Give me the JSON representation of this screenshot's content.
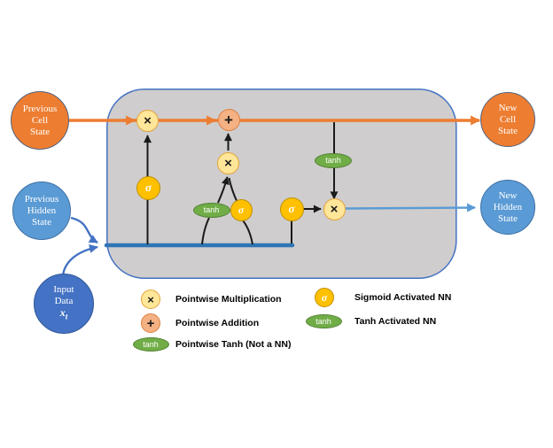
{
  "diagram": {
    "title_semantic": "LSTM cell diagram",
    "state_circles": {
      "prev_cell": {
        "l1": "Previous",
        "l2": "Cell",
        "l3": "State"
      },
      "prev_hidden": {
        "l1": "Previous",
        "l2": "Hidden",
        "l3": "State"
      },
      "input": {
        "l1": "Input",
        "l2": "Data",
        "sym": "x",
        "sub": "t"
      },
      "new_cell": {
        "l1": "New",
        "l2": "Cell",
        "l3": "State"
      },
      "new_hidden": {
        "l1": "New",
        "l2": "Hidden",
        "l3": "State"
      }
    },
    "ops": {
      "multiply": "×",
      "add": "+",
      "sigma": "σ",
      "tanh": "tanh"
    }
  },
  "legend": {
    "pointwise_multiplication": "Pointwise Multiplication",
    "pointwise_addition": "Pointwise Addition",
    "pointwise_tanh": "Pointwise Tanh (Not a NN)",
    "sigmoid_nn": "Sigmoid Activated NN",
    "tanh_nn": "Tanh Activated NN"
  },
  "colors": {
    "orange": "#ED7D31",
    "light_blue": "#5B9BD5",
    "royal_blue": "#4472C4",
    "thick_line_blue": "#2E75B6",
    "gold": "#FFC000",
    "light_yellow": "#FFE699",
    "salmon": "#F4B183",
    "green": "#70AD47",
    "cell_gray": "#CFCDCD",
    "cell_border_blue": "#4472C4",
    "line_black": "#1A1A1A"
  }
}
